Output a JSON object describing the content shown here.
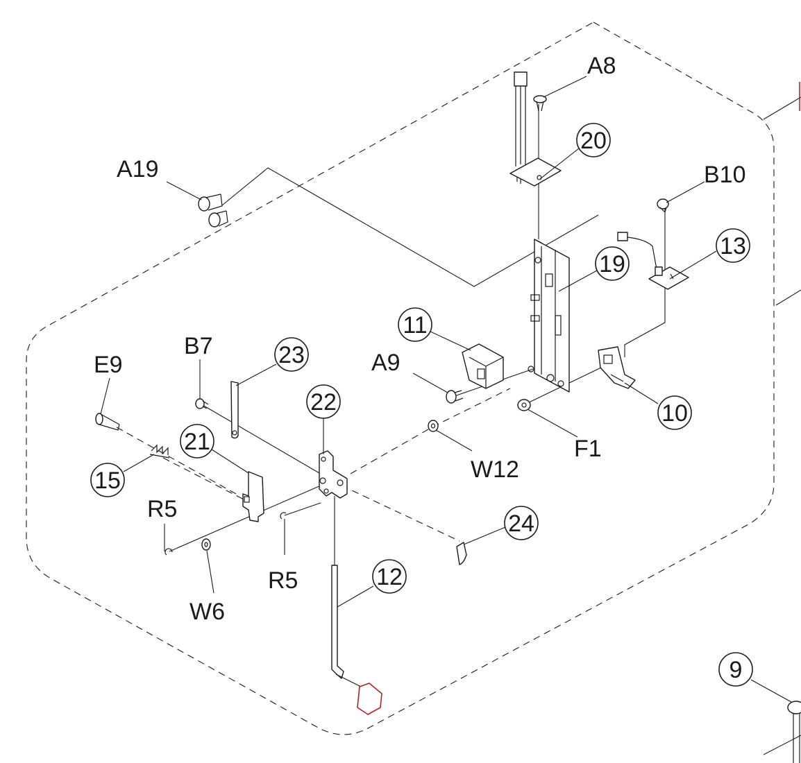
{
  "diagram": {
    "callouts": {
      "c9": "9",
      "c10": "10",
      "c11": "11",
      "c12": "12",
      "c13": "13",
      "c15": "15",
      "c19": "19",
      "c20": "20",
      "c21": "21",
      "c22": "22",
      "c23": "23",
      "c24": "24"
    },
    "labels": {
      "A8": "A8",
      "A9": "A9",
      "A19": "A19",
      "B7": "B7",
      "B10": "B10",
      "E9": "E9",
      "F1": "F1",
      "R5_left": "R5",
      "R5_center": "R5",
      "W6": "W6",
      "W12": "W12"
    },
    "colors": {
      "line": "#1a1a1a",
      "accent_part": "#b22222"
    }
  }
}
